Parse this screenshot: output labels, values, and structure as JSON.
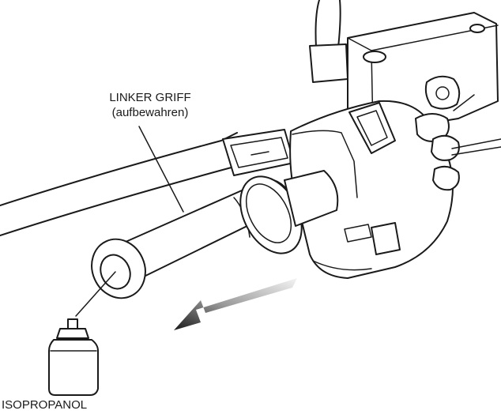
{
  "labels": {
    "grip_line1": "LINKER GRIFF",
    "grip_line2": "(aufbewahren)",
    "spray": "ISOPROPANOL"
  },
  "colors": {
    "line": "#1a1a1a",
    "background": "#ffffff",
    "arrow_dark": "#1a1a1a",
    "arrow_light": "#f2f2f2"
  }
}
